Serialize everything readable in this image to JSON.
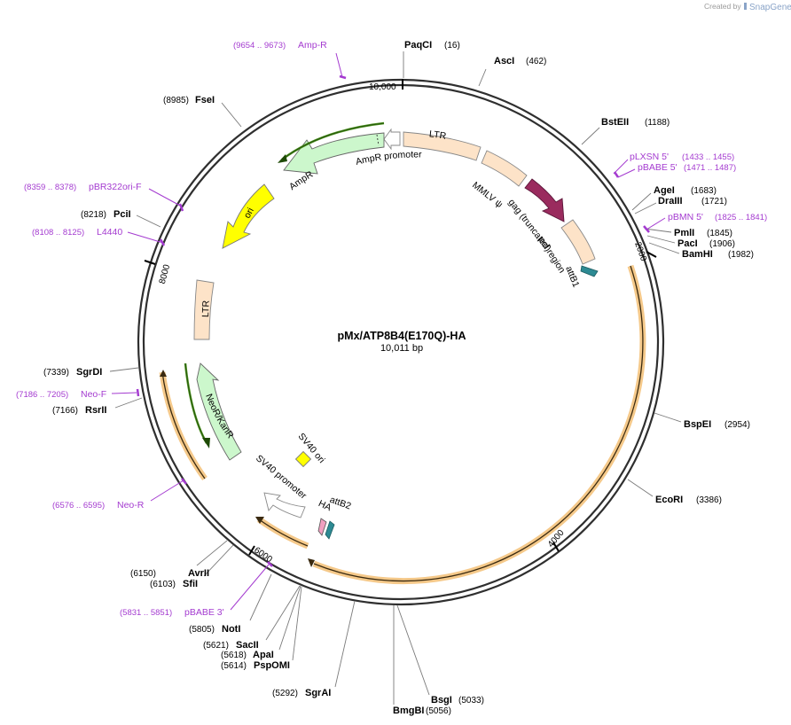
{
  "credit": {
    "prefix": "Created by",
    "brand": "SnapGene",
    "icon": "snapgene-logo-icon"
  },
  "plasmid": {
    "name": "pMx/ATP8B4(E170Q)-HA",
    "length_text": "10,011 bp",
    "length": 10011
  },
  "ticks": [
    {
      "pos": 0,
      "label": "10,000"
    },
    {
      "pos": 2000,
      "label": "2000"
    },
    {
      "pos": 4000,
      "label": "4000"
    },
    {
      "pos": 6000,
      "label": "6000"
    },
    {
      "pos": 8000,
      "label": "8000"
    }
  ],
  "sites": [
    {
      "name": "PaqCI",
      "pos": "(16)"
    },
    {
      "name": "AscI",
      "pos": "(462)"
    },
    {
      "name": "BstEII",
      "pos": "(1188)"
    },
    {
      "name": "AgeI",
      "pos": "(1683)"
    },
    {
      "name": "DraIII",
      "pos": "(1721)"
    },
    {
      "name": "PmlI",
      "pos": "(1845)"
    },
    {
      "name": "PacI",
      "pos": "(1906)"
    },
    {
      "name": "BamHI",
      "pos": "(1982)"
    },
    {
      "name": "BspEI",
      "pos": "(2954)"
    },
    {
      "name": "EcoRI",
      "pos": "(3386)"
    },
    {
      "name": "BsgI",
      "pos": "(5033)"
    },
    {
      "name": "BmgBI",
      "pos": "(5056)"
    },
    {
      "name": "SgrAI",
      "pos": "(5292)"
    },
    {
      "name": "PspOMI",
      "pos": "(5614)"
    },
    {
      "name": "ApaI",
      "pos": "(5618)"
    },
    {
      "name": "SacII",
      "pos": "(5621)"
    },
    {
      "name": "NotI",
      "pos": "(5805)"
    },
    {
      "name": "SfiI",
      "pos": "(6103)"
    },
    {
      "name": "AvrII",
      "pos": "(6150)"
    },
    {
      "name": "RsrII",
      "pos": "(7166)"
    },
    {
      "name": "SgrDI",
      "pos": "(7339)"
    },
    {
      "name": "PciI",
      "pos": "(8218)"
    },
    {
      "name": "FseI",
      "pos": "(8985)"
    }
  ],
  "primers": [
    {
      "name": "Amp-R",
      "range": "(9654 .. 9673)"
    },
    {
      "name": "pLXSN 5'",
      "range": "(1433 .. 1455)"
    },
    {
      "name": "pBABE 5'",
      "range": "(1471 .. 1487)"
    },
    {
      "name": "pBMN 5'",
      "range": "(1825 .. 1841)"
    },
    {
      "name": "Neo-F",
      "range": "(7186 .. 7205)"
    },
    {
      "name": "Neo-R",
      "range": "(6576 .. 6595)"
    },
    {
      "name": "pBABE 3'",
      "range": "(5831 .. 5851)"
    },
    {
      "name": "pBR322ori-F",
      "range": "(8359 .. 8378)"
    },
    {
      "name": "L4440",
      "range": "(8108 .. 8125)"
    }
  ],
  "features": {
    "ltr_top": "LTR",
    "ampr_promoter": "AmpR promoter",
    "ampr": "AmpR",
    "ori": "ori",
    "mmlv": "MMLV ψ",
    "gag": "gag (truncated)",
    "pol": "pol region",
    "attb1": "attB1",
    "ltr_left": "LTR",
    "neor": "NeoR/KanR",
    "sv40_ori": "SV40 ori",
    "sv40_promoter": "SV40 promoter",
    "ha": "HA",
    "attb2": "attB2"
  },
  "colors": {
    "backbone": "#2f2f2f",
    "ltr": "#fde3c8",
    "ampr": "#ccf7cc",
    "ori": "#ffff00",
    "gag": "#9a2b5e",
    "att": "#2d8a93",
    "orf_line": "#f5a623",
    "primer": "#a43bd0"
  }
}
